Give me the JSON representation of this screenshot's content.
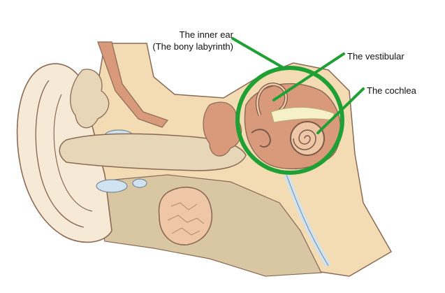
{
  "labels": {
    "inner_ear_line1": "The inner ear",
    "inner_ear_line2": "(The bony labyrinth)",
    "vestibular": "The vestibular",
    "cochlea": "The cochlea"
  },
  "colors": {
    "highlight": "#1fa034",
    "skin": "#f6ead6",
    "bone": "#f3dcb4",
    "tissue": "#d9c7a4",
    "canal": "#e8d6b8",
    "flesh": "#d99a7c",
    "flesh_dark": "#c9795c",
    "cochlea_fill": "#efc7a6",
    "fluid": "#cfe3f0",
    "nerve": "#f6f0c8",
    "outline": "#7a5a48"
  }
}
